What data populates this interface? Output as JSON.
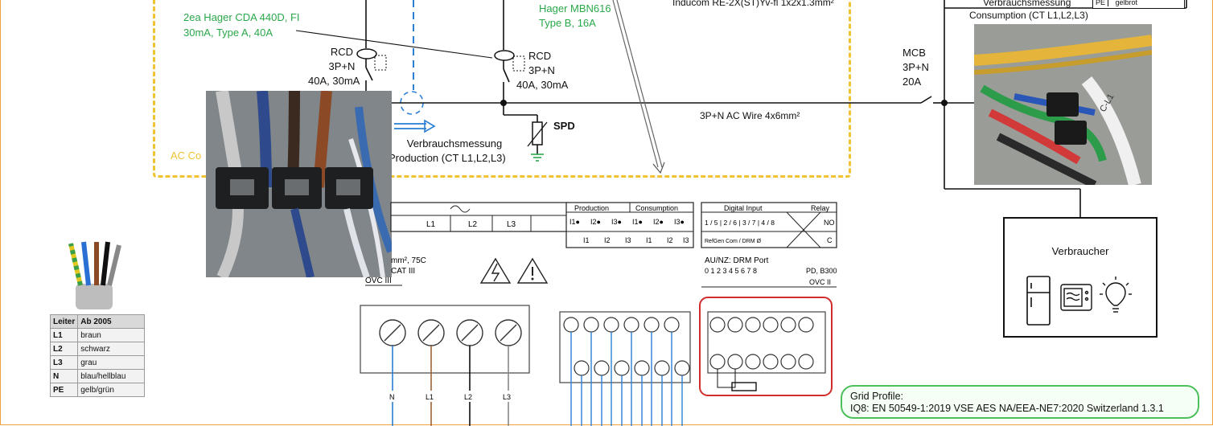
{
  "labels": {
    "hager_cda": "2ea Hager CDA 440D, FI",
    "hager_cda_2": "30mA, Type A, 40A",
    "hager_mbn": "Hager MBN616",
    "hager_mbn_2": "Type B, 16A",
    "inducom": "Inducom RE-2X(ST)Yv-fl 1x2x1.3mm²",
    "rcd1_a": "RCD",
    "rcd1_b": "3P+N",
    "rcd1_c": "40A, 30mA",
    "rcd2_a": "RCD",
    "rcd2_b": "3P+N",
    "rcd2_c": "40A, 30mA",
    "mcb_a": "MCB",
    "mcb_b": "3P+N",
    "mcb_c": "20A",
    "spd": "SPD",
    "ac_wire": "3P+N AC Wire 4x6mm²",
    "verbrauch_prod_1": "Verbrauchsmessung",
    "verbrauch_prod_2": "Production (CT L1,L2,L3)",
    "verbrauch_cons_1": "Verbrauchsmessung",
    "verbrauch_cons_2": "Consumption (CT L1,L2,L3)",
    "ac_combiner": "AC Co",
    "verbraucher": "Verbraucher",
    "pe_label": "PE",
    "pe_color": "gelbrot",
    "photo_tag": "C-L1"
  },
  "conductor_table": {
    "headers": [
      "Leiter",
      "Ab 2005"
    ],
    "rows": [
      [
        "L1",
        "braun"
      ],
      [
        "L2",
        "schwarz"
      ],
      [
        "L3",
        "grau"
      ],
      [
        "N",
        "blau/hellblau"
      ],
      [
        "PE",
        "gelb/grün"
      ]
    ]
  },
  "terminal_block": {
    "ac_headers": [
      "L1",
      "L2",
      "L3"
    ],
    "wire_spec": "mm², 75C",
    "cat": "CAT III",
    "ovc": "OVC III",
    "production": "Production",
    "consumption": "Consumption",
    "ct_top": [
      "I1●",
      "I2●",
      "I3●",
      "I1●",
      "I2●",
      "I3●"
    ],
    "ct_bottom": [
      "I1",
      "I2",
      "I3",
      "I1",
      "I2",
      "I3"
    ],
    "digital_input": "Digital Input",
    "relay": "Relay",
    "di_row": "1 / 5 | 2 / 6 | 3 / 7 | 4 / 8",
    "no": "NO",
    "c": "C",
    "refgen": "RefGen Com / DRM Ø",
    "drm_title": "AU/NZ: DRM Port",
    "drm_nums": "0 1 2 3 4 5 6 7 8",
    "pd": "PD, B300",
    "ovc2": "OVC II",
    "wire_labels": [
      "N",
      "L1",
      "L2",
      "L3"
    ]
  },
  "grid_profile": {
    "title": "Grid Profile:",
    "value": "IQ8: EN 50549-1:2019 VSE AES NA/EEA-NE7:2020 Switzerland 1.3.1"
  },
  "colors": {
    "orange_frame": "#f2a33a",
    "yellow_dash": "#f1c232",
    "green_text": "#2aa84a",
    "blue_wire": "#2a7fd4",
    "red_box": "#d22b2b"
  }
}
